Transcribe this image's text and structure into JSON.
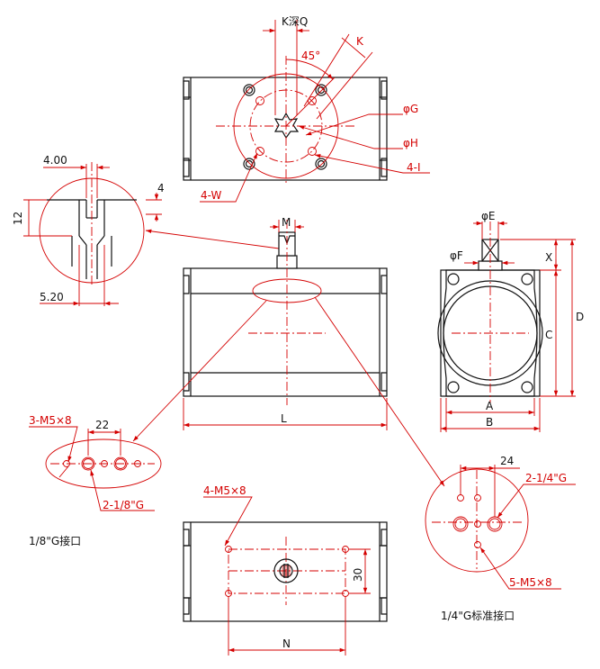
{
  "top_view": {
    "k_depth": "K深Q",
    "angle": "45°",
    "k": "K",
    "phi_g": "φG",
    "phi_h": "φH",
    "holes_i": "4-I",
    "holes_w": "4-W"
  },
  "detail_slot": {
    "width": "4.00",
    "depth": "4",
    "height": "12",
    "span": "5.20"
  },
  "front_view": {
    "m": "M",
    "l": "L"
  },
  "side_view": {
    "phi_e": "φE",
    "phi_f": "φF",
    "x": "X",
    "c": "C",
    "d": "D",
    "a": "A",
    "b": "B"
  },
  "port_eighth": {
    "holes": "3-M5×8",
    "spacing": "22",
    "port": "2-1/8\"G",
    "caption": "1/8\"G接口"
  },
  "port_quarter": {
    "spacing": "24",
    "port": "2-1/4\"G",
    "holes": "5-M5×8",
    "caption": "1/4\"G标准接口"
  },
  "bottom_view": {
    "holes": "4-M5×8",
    "height": "30",
    "n": "N"
  }
}
